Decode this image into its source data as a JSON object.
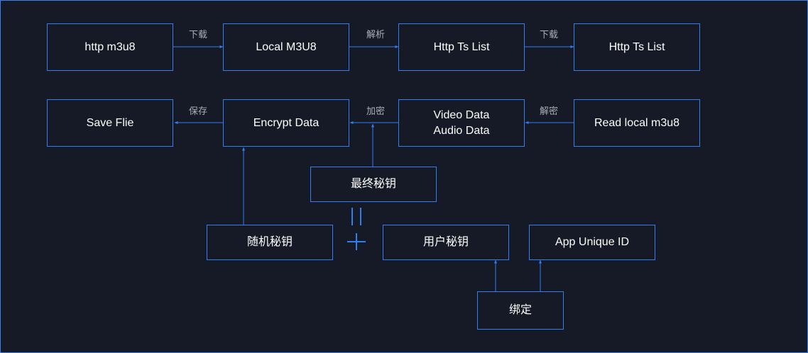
{
  "nodes": {
    "http_m3u8": "http m3u8",
    "local_m3u8": "Local M3U8",
    "http_ts_list_1": "Http Ts List",
    "http_ts_list_2": "Http Ts List",
    "save_file": "Save Flie",
    "encrypt_data": "Encrypt Data",
    "media_data": [
      "Video Data",
      "Audio Data"
    ],
    "read_local_m3u8": "Read local m3u8",
    "final_key": "最终秘钥",
    "random_key": "随机秘钥",
    "user_key": "用户秘钥",
    "app_unique_id": "App Unique ID",
    "bind": "绑定"
  },
  "edge_labels": {
    "download_1": "下载",
    "parse": "解析",
    "download_2": "下载",
    "save": "保存",
    "encrypt": "加密",
    "decrypt": "解密"
  },
  "symbols": {
    "equals": "equals-sign",
    "plus": "plus-sign"
  },
  "colors": {
    "background": "#151a26",
    "accent": "#2f7ff1",
    "text": "#ffffff",
    "label": "#a9adb5"
  }
}
